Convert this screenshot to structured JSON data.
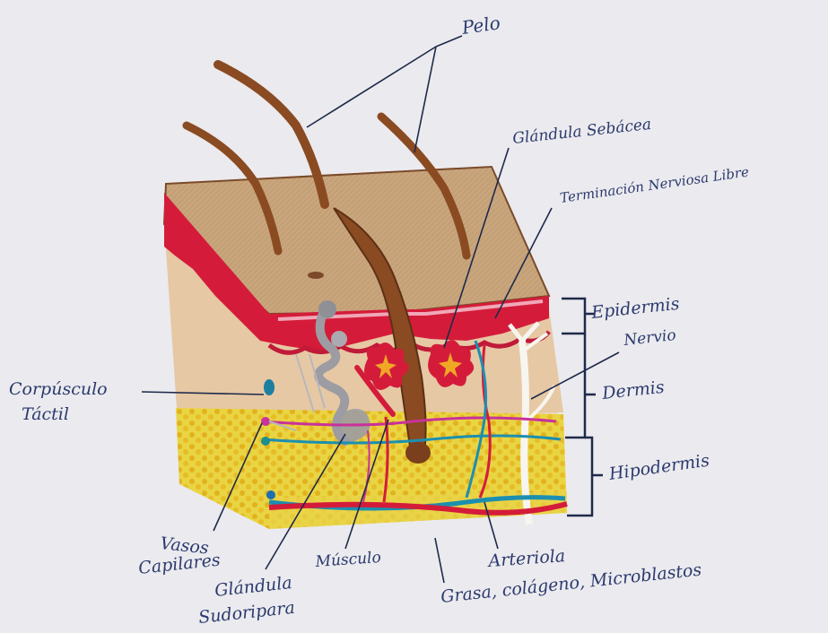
{
  "labels": {
    "pelo": "Pelo",
    "glandula_sebacea": "Glándula Sebácea",
    "terminacion_nerviosa": "Terminación Nerviosa Libre",
    "epidermis": "Epidermis",
    "nervio": "Nervio",
    "dermis": "Dermis",
    "hipodermis": "Hipodermis",
    "corpusculo_1": "Corpúsculo",
    "corpusculo_2": "Táctil",
    "vasos_1": "Vasos",
    "vasos_2": "Capilares",
    "musculo": "Músculo",
    "arteriola": "Arteriola",
    "glandula_sud_1": "Glándula",
    "glandula_sud_2": "Sudoripara",
    "grasa": "Grasa, colágeno, Microblastos"
  },
  "colors": {
    "paper": "#ebeaee",
    "surface": "#c9a57c",
    "epidermis": "#d41c3a",
    "dermis": "#e7caa8",
    "fat": "#e7d23e",
    "fat_dot": "#e0b21a",
    "hair": "#8a4a22",
    "ink": "#2b3a6e",
    "blue_vessel": "#1c8fb0",
    "magenta_vessel": "#c8329a",
    "nerve": "#f4f1ea",
    "gland_grey": "#9c9ca2"
  }
}
